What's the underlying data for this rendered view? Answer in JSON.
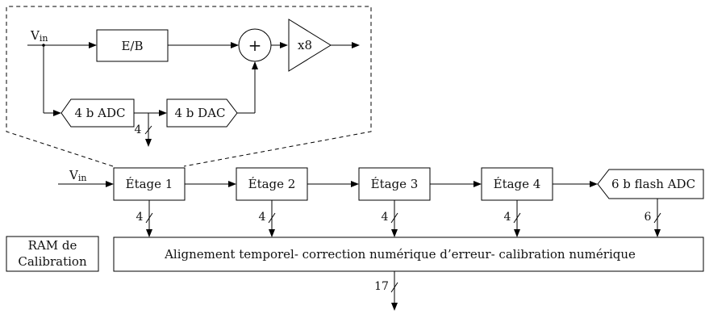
{
  "detail": {
    "vin": {
      "main": "V",
      "sub": "in"
    },
    "eb": "E/B",
    "sum": "+",
    "gain": "x8",
    "adc": "4 b ADC",
    "dac": "4 b DAC",
    "bits": "4"
  },
  "pipeline": {
    "vin": {
      "main": "V",
      "sub": "in"
    },
    "stages": [
      "Étage 1",
      "Étage 2",
      "Étage 3",
      "Étage 4"
    ],
    "stage_bits": [
      "4",
      "4",
      "4",
      "4"
    ],
    "flash": "6 b flash ADC",
    "flash_bits": "6"
  },
  "ram": {
    "line1": "RAM de",
    "line2": "Calibration"
  },
  "correction": "Alignement temporel- correction numérique d’erreur- calibration numérique",
  "output_bits": "17"
}
